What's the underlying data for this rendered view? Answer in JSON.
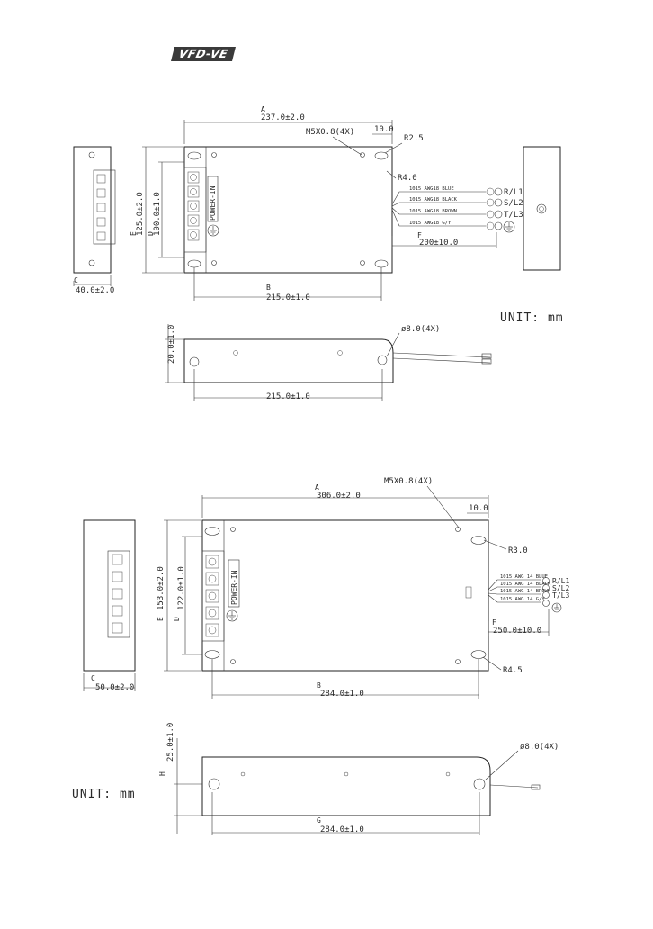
{
  "header": {
    "logo_text": "VFD-VE"
  },
  "unit_label": "UNIT:  mm",
  "icons": [
    "ground-symbol",
    "terminal-screw",
    "mounting-slot"
  ],
  "filter1": {
    "A": {
      "letter": "A",
      "value": "237.0±2.0"
    },
    "screw": "M5X0.8(4X)",
    "ten": "10.0",
    "r_top": "R2.5",
    "r_bottom": "R4.0",
    "E": {
      "letter": "E",
      "value": "125.0±2.0"
    },
    "D": {
      "letter": "D",
      "value": "100.0±1.0"
    },
    "F": {
      "letter": "F",
      "value": "200±10.0"
    },
    "B": {
      "letter": "B",
      "value": "215.0±1.0"
    },
    "C": {
      "letter": "C",
      "value": "40.0±2.0"
    },
    "power_in": "POWER-IN",
    "wires": [
      {
        "desc": "1015 AWG18 BLUE",
        "term": "R/L1"
      },
      {
        "desc": "1015 AWG18 BLACK",
        "term": "S/L2"
      },
      {
        "desc": "1015 AWG18 BROWN",
        "term": "T/L3"
      },
      {
        "desc": "1015 AWG18 G/Y",
        "term": ""
      }
    ],
    "side_height": "20.0±1.0",
    "hole": "ø8.0(4X)",
    "side_len": "215.0±1.0"
  },
  "filter2": {
    "A": {
      "letter": "A",
      "value": "306.0±2.0"
    },
    "screw": "M5X0.8(4X)",
    "ten": "10.0",
    "r_top": "R3.0",
    "r_bottom": "R4.5",
    "E": {
      "letter": "E",
      "value": "153.0±2.0"
    },
    "D": {
      "letter": "D",
      "value": "122.0±1.0"
    },
    "F": {
      "letter": "F",
      "value": "250.0±10.0"
    },
    "B": {
      "letter": "B",
      "value": "284.0±1.0"
    },
    "C": {
      "letter": "C",
      "value": "50.0±2.0"
    },
    "power_in": "POWER-IN",
    "wires": [
      {
        "desc": "1015 AWG 14 BLUE",
        "term": "R/L1"
      },
      {
        "desc": "1015 AWG 14 BLACK",
        "term": "S/L2"
      },
      {
        "desc": "1015 AWG 14 BROWN",
        "term": "T/L3"
      },
      {
        "desc": "1015 AWG 14 G/Y",
        "term": ""
      }
    ],
    "H": {
      "letter": "H",
      "value": "25.0±1.0"
    },
    "hole": "ø8.0(4X)",
    "G": {
      "letter": "G",
      "value": "284.0±1.0"
    }
  }
}
